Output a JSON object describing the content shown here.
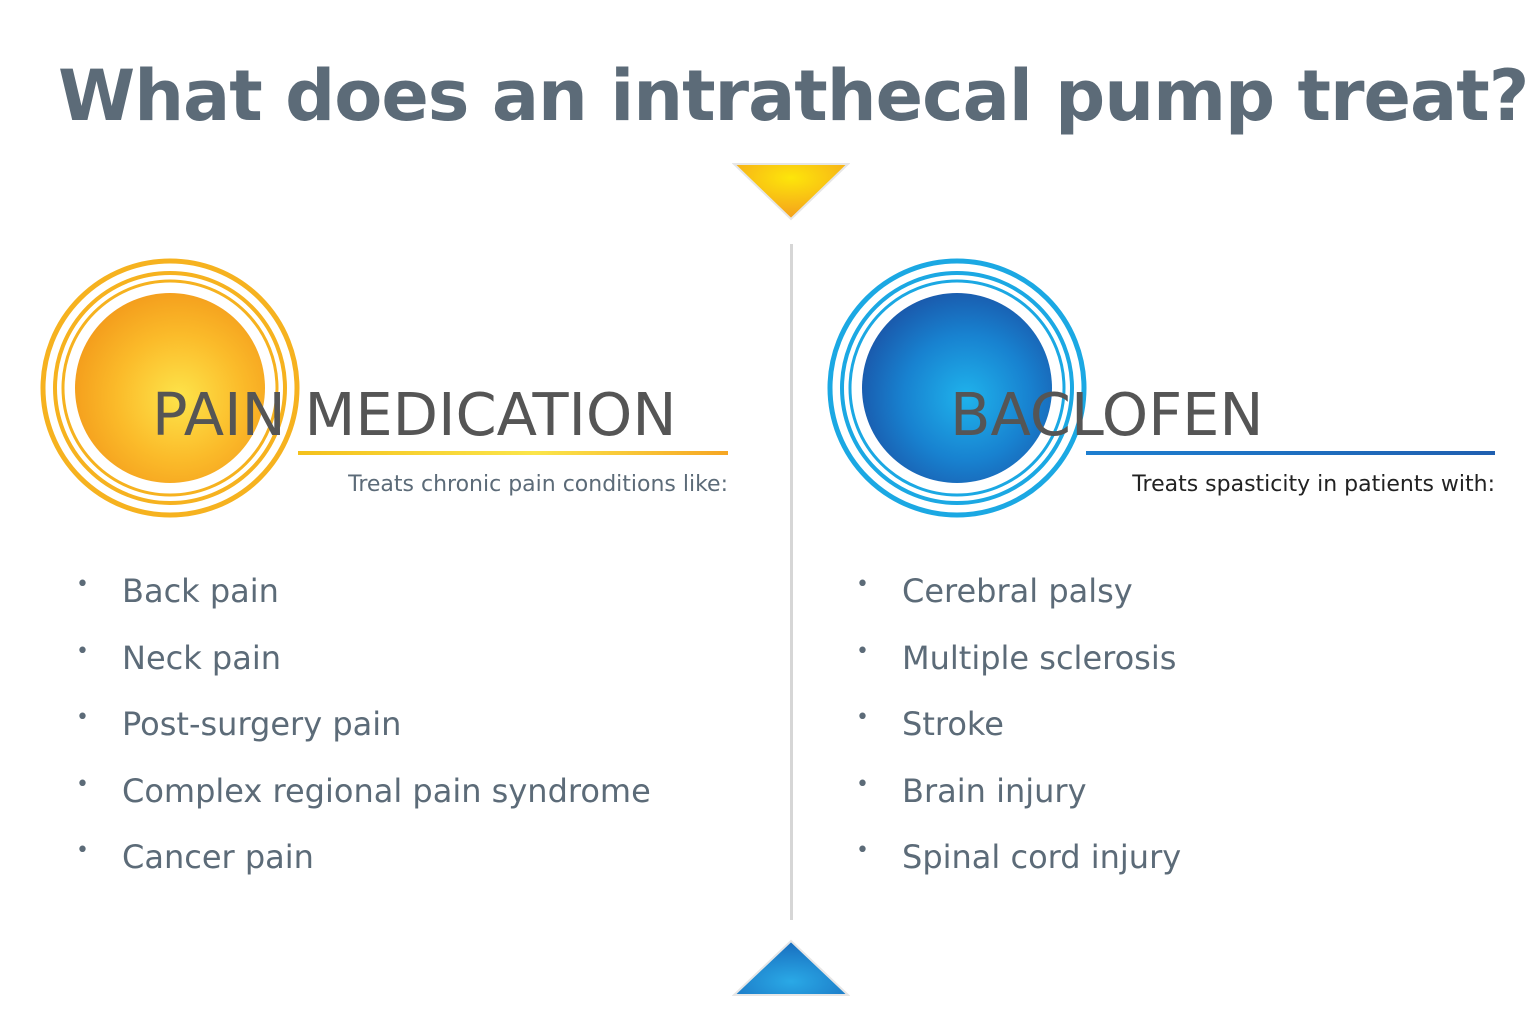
{
  "title": "What does an intrathecal pump treat?",
  "colors": {
    "title": "#5c6b78",
    "pain_accent": "#f5a623",
    "baclofen_accent": "#1ea8e0",
    "divider": "#d6d6d6"
  },
  "pain": {
    "heading": "PAIN MEDICATION",
    "subtitle": "Treats chronic pain conditions like:",
    "items": [
      "Back pain",
      "Neck pain",
      "Post-surgery pain",
      "Complex regional pain syndrome",
      "Cancer pain"
    ]
  },
  "baclofen": {
    "heading": "BACLOFEN",
    "subtitle": "Treats spasticity in patients with:",
    "items": [
      "Cerebral palsy",
      "Multiple sclerosis",
      "Stroke",
      "Brain injury",
      "Spinal cord injury"
    ]
  },
  "bullet": "•"
}
